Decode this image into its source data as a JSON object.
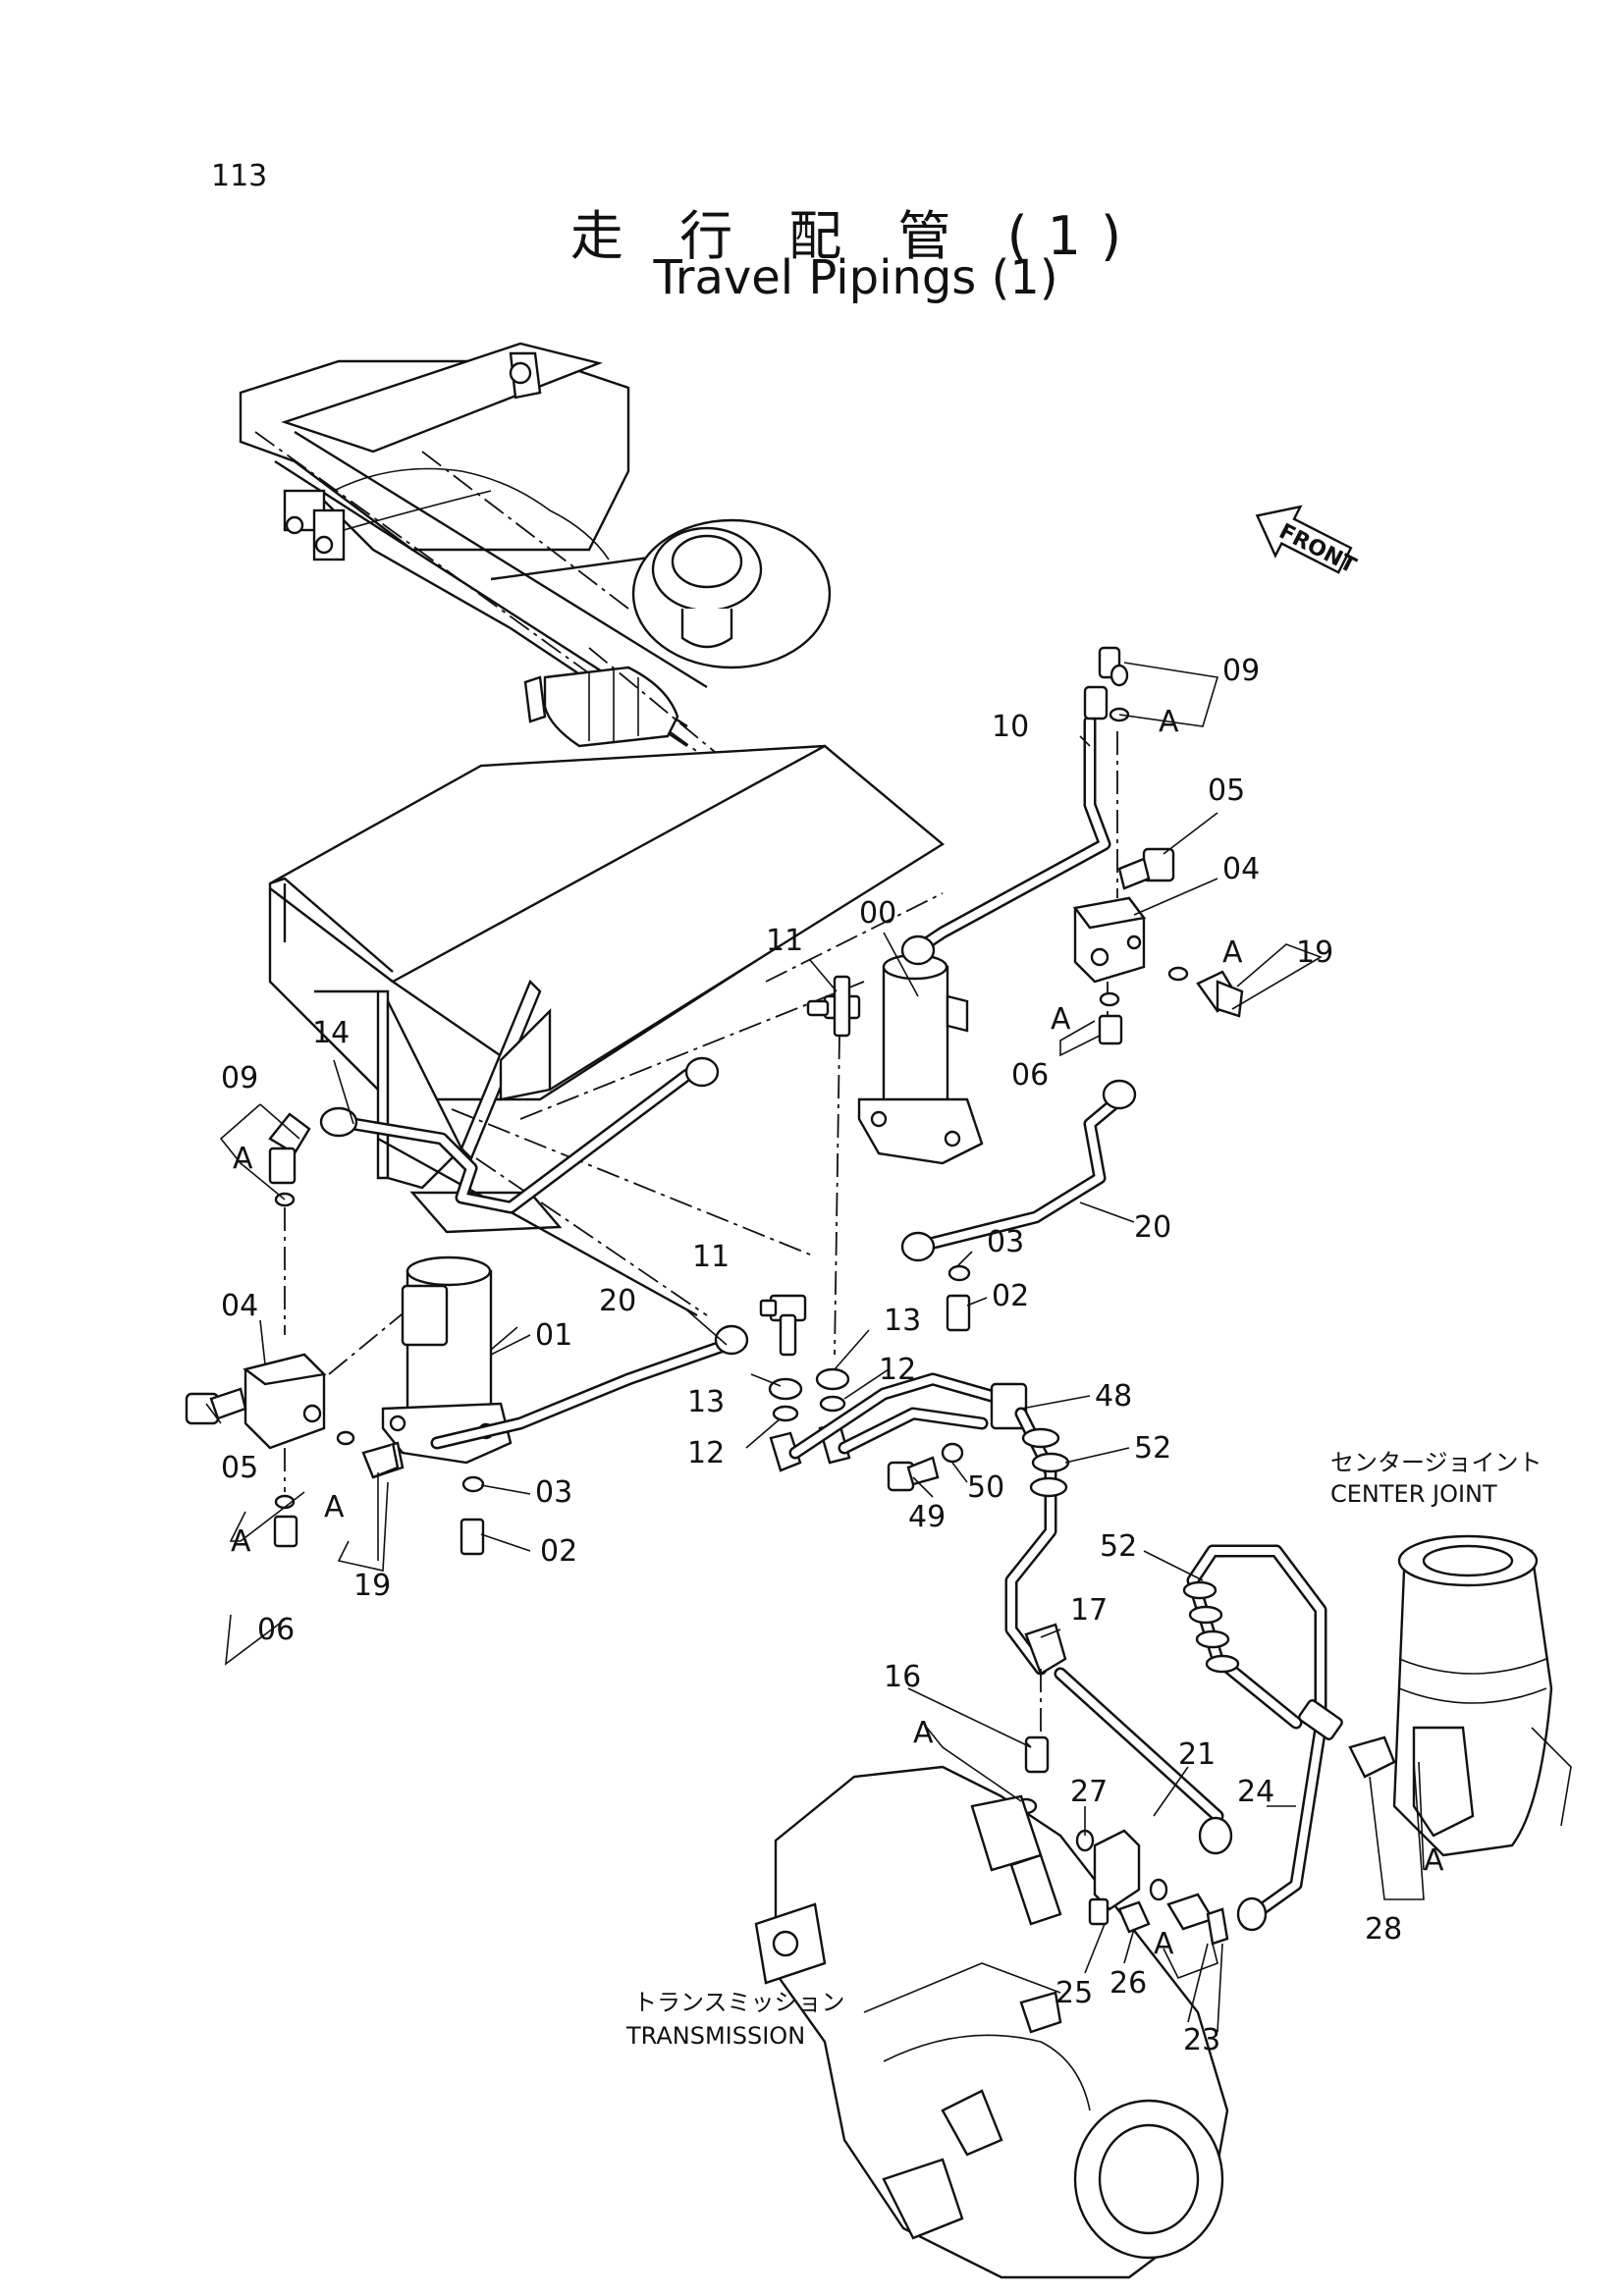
{
  "page_number": "113",
  "title": {
    "jp": "走 行 配 管 (1)",
    "en": "Travel Pipings (1)"
  },
  "front_arrow": {
    "text": "FRONT"
  },
  "center_joint": {
    "jp": "センタージョイント",
    "en": "CENTER JOINT"
  },
  "transmission": {
    "jp": "トランスミッション",
    "en": "TRANSMISSION"
  },
  "part_labels": {
    "p09_top": "09",
    "pA_top": "A",
    "p10": "10",
    "p05_right": "05",
    "p04_right": "04",
    "p00": "00",
    "p11_top": "11",
    "p19_right": "19",
    "pA_19_right": "A",
    "pA_06_right": "A",
    "p06_right": "06",
    "p14": "14",
    "p09_left": "09",
    "pA_left": "A",
    "p20_right": "20",
    "p03_right": "03",
    "p02_right": "02",
    "p11_mid": "11",
    "p20_mid": "20",
    "p01": "01",
    "p04_left": "04",
    "p05_left": "05",
    "p13_a": "13",
    "p12_a": "12",
    "p13_b": "13",
    "p12_b": "12",
    "p48": "48",
    "p52_a": "52",
    "p49": "49",
    "p50": "50",
    "pA_19_left": "A",
    "p19_left": "19",
    "p03_left": "03",
    "p02_left": "02",
    "pA_06_left": "A",
    "p06_left": "06",
    "p52_b": "52",
    "p17": "17",
    "p16": "16",
    "pA_16": "A",
    "p21": "21",
    "p27": "27",
    "p24": "24",
    "p28": "28",
    "pA_28": "A",
    "p25": "25",
    "p26": "26",
    "pA_23": "A",
    "p23": "23"
  }
}
